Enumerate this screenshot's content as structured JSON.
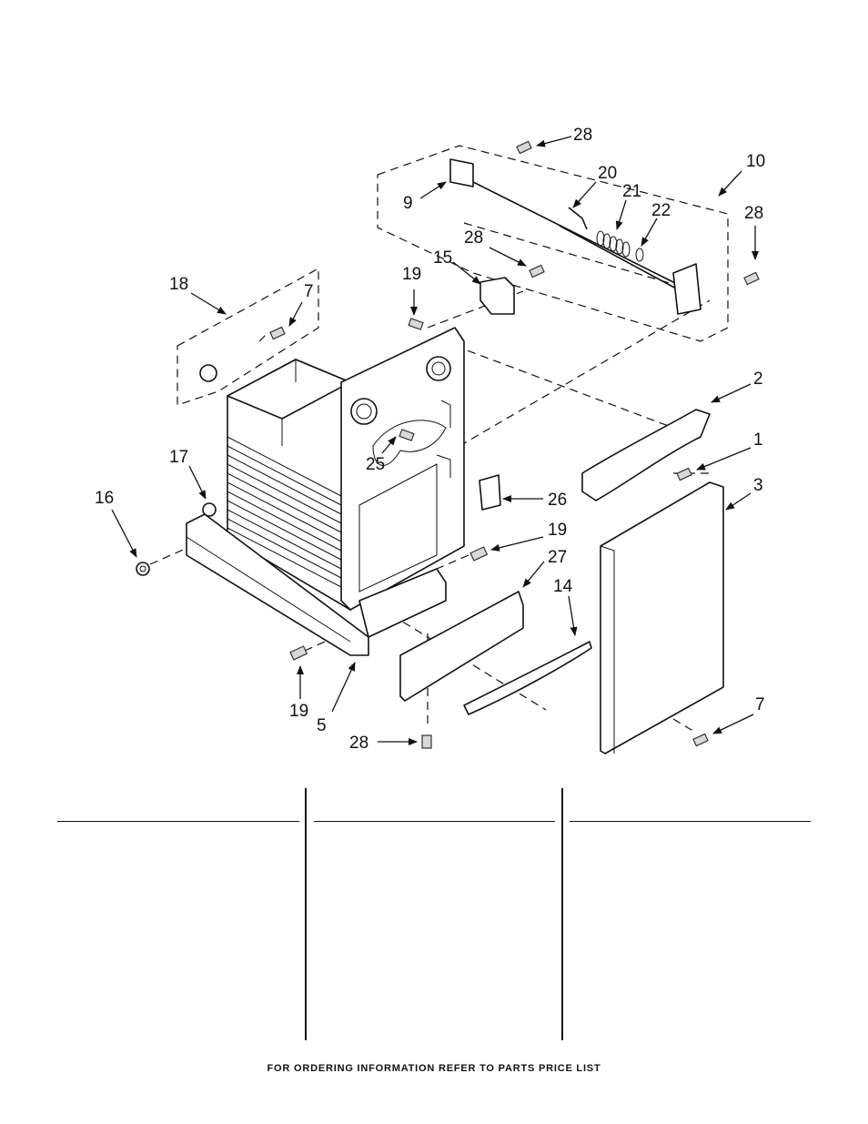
{
  "callouts": {
    "c28a": "28",
    "c9": "9",
    "c20": "20",
    "c10": "10",
    "c21": "21",
    "c22": "22",
    "c28b": "28",
    "c28c": "28",
    "c15": "15",
    "c19a": "19",
    "c18": "18",
    "c7a": "7",
    "c2": "2",
    "c1": "1",
    "c25": "25",
    "c3": "3",
    "c17": "17",
    "c16": "16",
    "c26": "26",
    "c19b": "19",
    "c27": "27",
    "c14": "14",
    "c7b": "7",
    "c19c": "19",
    "c5": "5",
    "c28d": "28"
  },
  "footer": {
    "text": "FOR ORDERING INFORMATION REFER TO PARTS PRICE LIST"
  }
}
